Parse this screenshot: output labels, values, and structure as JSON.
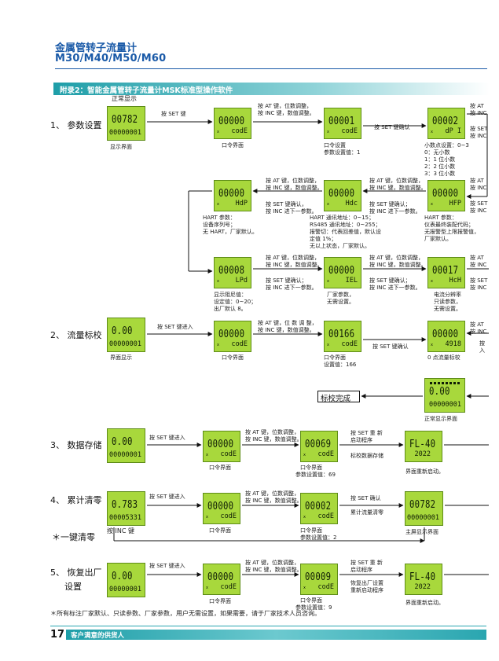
{
  "header": {
    "title_cn": "金属管转子流量计",
    "model": "M30/M40/M50/M60",
    "colors": {
      "title": "#1a5aa8",
      "band": "#2aa6b0",
      "lcd": "#a8d83c"
    }
  },
  "section_banner": "附录2：智能金属管转子流量计MSK标准型操作软件",
  "normal_display_label": "正常显示",
  "sections": {
    "s1": "1、 参数设置",
    "s2": "2、 流量标校",
    "s3": "3、 数据存储",
    "s4": "4、 累计清零",
    "s4b": "＊一键清零",
    "s5": "5、 恢复出厂",
    "s5b": "设置"
  },
  "lcds": {
    "l1": {
      "top": "00782",
      "bottom": "00000001"
    },
    "l2": {
      "top": "00000",
      "bottom": "codE"
    },
    "l3": {
      "top": "00001",
      "bottom": "codE"
    },
    "l4": {
      "top": "00002",
      "bottom": "dP I"
    },
    "l5": {
      "top": "00000",
      "bottom": "HdP"
    },
    "l6": {
      "top": "00000",
      "bottom": "Hdc"
    },
    "l7": {
      "top": "00000",
      "bottom": "HFP"
    },
    "l8": {
      "top": "00008",
      "bottom": "LPd"
    },
    "l9": {
      "top": "00000",
      "bottom": "IEL"
    },
    "l10": {
      "top": "00017",
      "bottom": "HcH"
    },
    "l11": {
      "top": "0.00",
      "bottom": "00000001"
    },
    "l12": {
      "top": "00000",
      "bottom": "codE"
    },
    "l13": {
      "top": "00166",
      "bottom": "codE"
    },
    "l14": {
      "top": "00000",
      "bottom": "4918"
    },
    "l15": {
      "top": "0.00",
      "bottom": "00000001"
    },
    "l16": {
      "top": "0.00",
      "bottom": "00000001"
    },
    "l17": {
      "top": "00000",
      "bottom": "codE"
    },
    "l18": {
      "top": "00069",
      "bottom": "codE"
    },
    "l19": {
      "top": "FL-40",
      "bottom": "2022"
    },
    "l20": {
      "top": "0.783",
      "bottom": "00005331"
    },
    "l21": {
      "top": "00000",
      "bottom": "codE"
    },
    "l22": {
      "top": "00002",
      "bottom": "codE"
    },
    "l23": {
      "top": "00782",
      "bottom": "00000001"
    },
    "l24": {
      "top": "0.00",
      "bottom": "00000001"
    },
    "l25": {
      "top": "00000",
      "bottom": "codE"
    },
    "l26": {
      "top": "00009",
      "bottom": "codE"
    },
    "l27": {
      "top": "FL-40",
      "bottom": "2022"
    }
  },
  "labels": {
    "press_set": "按 SET 键",
    "display_screen": "显示界面",
    "at_inc_1": "按 AT 键，位数调整，",
    "at_inc_2": "按 INC 键，数值调整。",
    "code_screen": "口令界面",
    "code_set_1": "口令设置",
    "code_set_2": "参数设置值：1",
    "set_confirm": "按 SET 键确认",
    "right_at": "按 AT",
    "right_inc": "按 INC",
    "right_set": "按 SET",
    "right_inc2": "按 INC",
    "decimal": [
      "小数点设置：0~3",
      "0：无小数",
      "1：1 位小数",
      "2：2 位小数",
      "3：3 位小数"
    ],
    "r2_at1": "按 AT 键，位数调整，",
    "r2_at2": "按 INC 键，数值调整。",
    "r2_set1": "按 SET 键确认，",
    "r2_set2": "按 INC 进下一参数。",
    "r2_at1b": "按 AT 键，位数调整，",
    "r2_at2b": "按 INC 键，数值调整。",
    "r2_set1b": "按 SET 键确认；",
    "r2_set2b": "按 INC 进下一参数。",
    "hart_params": [
      "HART 参数：",
      "设备序列号；",
      "无 HART，厂家默认。"
    ],
    "hart_comm": [
      "HART 通讯地址：0~15；",
      "RS485 通讯地址：0~255；",
      "报警切：代表回差值，默认设",
      "定值 1%；",
      "无以上状态，厂家默认。"
    ],
    "hart_params2": [
      "HART 参数：",
      "仪表最终装配代码；",
      "无报警型上限报警值，",
      "厂家默认。"
    ],
    "r3_at1": "按 AT 键，位数调整，",
    "r3_at2": "按 INC 键，数值调整。",
    "r3_set1": "按 SET 键确认；",
    "r3_set2": "按 INC 进下一参数。",
    "r3_at1b": "按 AT 键，位数调整，",
    "r3_at2b": "按 INC 键，数值调整。",
    "r3_set1b": "按 SET 键确认；",
    "r3_set2b": "按 INC 进下一参数。",
    "damping": [
      "显示阻尼值：",
      "设定值：0~20；",
      "出厂默认 8。"
    ],
    "factory_param": [
      "厂家参数，",
      "无需设置。"
    ],
    "current_res": [
      "电流分辨率",
      "只读参数，",
      "无需设置。"
    ],
    "right_at3": "按 AT",
    "right_inc3": "按 INC",
    "right_set3": "按 SET",
    "right_inc4": "按 INC",
    "cal_enter": "按 SET 键进入",
    "cal_display": "界面显示",
    "cal_at1": "按 AT 键，位 数 调 整，",
    "cal_at2": "按 INC 键，数值调整。",
    "cal_code_screen": "口令界面",
    "cal_code_1": "口令界面",
    "cal_code_2": "设置值：166",
    "cal_set_confirm": "按 SET 键确认",
    "zero_cal": "0 点流量标校",
    "cal_right_at": "按 AT",
    "cal_right_inc": "按 INC",
    "cal_right_press": "按",
    "cal_right_enter": "入",
    "cal_done": "标校完成",
    "normal_screen": "正常显示界面",
    "st_enter": "按 SET 键进入",
    "st_at1": "按 AT 键，位数调整，",
    "st_at2": "按 INC 键，数值调整。",
    "st_code_screen": "口令界面",
    "st_code_1": "口令界面",
    "st_code_2": "参数设置值：69",
    "st_set1": "按 SET 重 新",
    "st_set2": "启动程序",
    "st_save": "标校数据存储",
    "st_restart": "界面重新启动。",
    "cl_enter": "按 SET 键进入",
    "cl_at1": "按 AT 键，位数调整，",
    "cl_at2": "按 INC 键，数值调整。",
    "cl_code_screen": "口令界面",
    "cl_code_1": "口令界面",
    "cl_code_2": "参数设置值：2",
    "cl_set_confirm": "按 SET 确认",
    "cl_total_clear": "累计流量清零",
    "cl_main": "主屏显示界面",
    "cl_inc_key": "按 INC 键",
    "rs_enter": "按 SET 键进入",
    "rs_at1": "按 AT 键，位数调整，",
    "rs_at2": "按 INC 键，数值调整。",
    "rs_set1": "按 SET 重 新",
    "rs_set2": "启动程序",
    "rs_restore1": "恢复出厂设置",
    "rs_restore2": "重新启动程序",
    "rs_code_screen": "口令界面",
    "rs_code_1": "口令界面",
    "rs_code_2": "参数设置值：9",
    "rs_restart": "界面重新启动。"
  },
  "footnote": "＊所有标注厂家默认、只读参数、厂家参数，用户无需设置，如果需要，请于厂家技术人员咨询。",
  "footer": {
    "page": "17",
    "slogan": "客户满意的供货人"
  }
}
